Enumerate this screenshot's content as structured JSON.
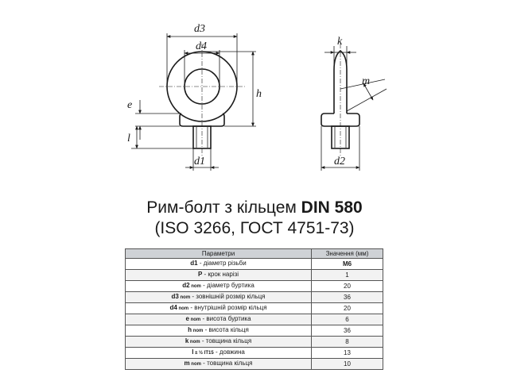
{
  "drawing": {
    "labels": {
      "d3": "d3",
      "d4": "d4",
      "h": "h",
      "e": "e",
      "l": "l",
      "d1": "d1",
      "k": "k",
      "m": "m",
      "d2": "d2"
    }
  },
  "title": {
    "line1_prefix": "Рим-болт з кільцем",
    "line1_std": "DIN 580",
    "line2": "(ISO 3266, ГОСТ 4751-73)"
  },
  "table": {
    "headers": {
      "param": "Параметри",
      "value": "Значення (мм)"
    },
    "rows": [
      {
        "sym": "d1",
        "sub": "",
        "desc": " - діаметр різьби",
        "value": "M6"
      },
      {
        "sym": "P",
        "sub": "",
        "desc": " - крок нарізі",
        "value": "1"
      },
      {
        "sym": "d2",
        "sub": " nom",
        "desc": " - діаметр буртика",
        "value": "20"
      },
      {
        "sym": "d3",
        "sub": " nom",
        "desc": " - зовнішній розмір кільця",
        "value": "36"
      },
      {
        "sym": "d4",
        "sub": " nom",
        "desc": " - внутрішній розмір кільця",
        "value": "20"
      },
      {
        "sym": "e",
        "sub": " nom",
        "desc": " - висота буртика",
        "value": "6"
      },
      {
        "sym": "h",
        "sub": " nom",
        "desc": " - висота кільця",
        "value": "36"
      },
      {
        "sym": "k",
        "sub": " nom",
        "desc": " - товщина кільця",
        "value": "8"
      },
      {
        "sym": "l",
        "sub": " ± ½ IT15",
        "desc": " - довжина",
        "value": "13"
      },
      {
        "sym": "m",
        "sub": " nom",
        "desc": " - товщина кільця",
        "value": "10"
      }
    ]
  }
}
